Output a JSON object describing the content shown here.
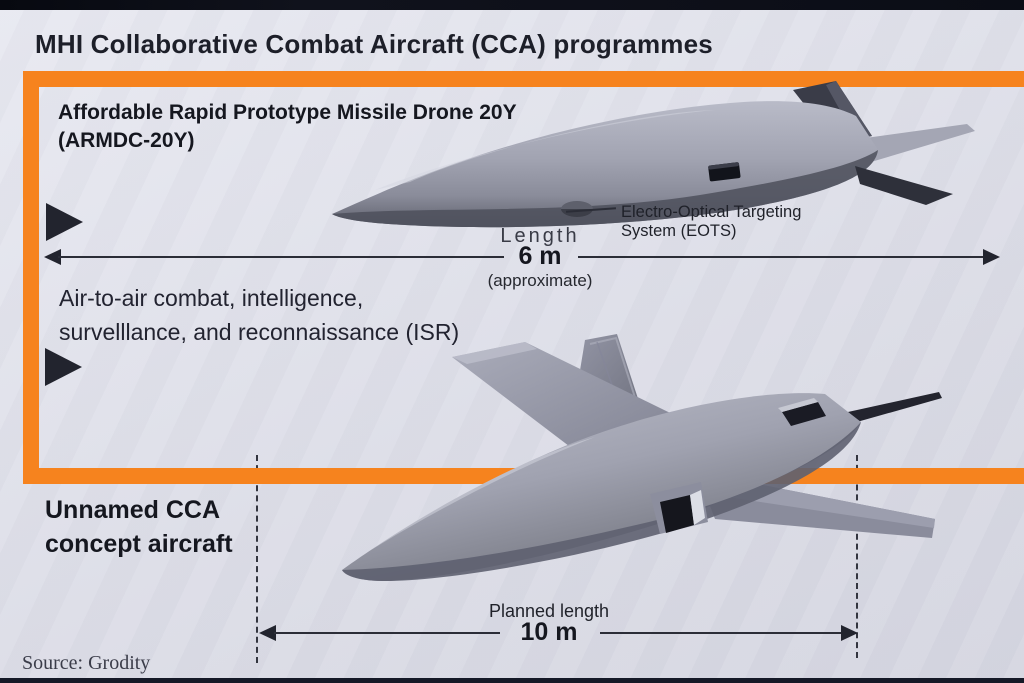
{
  "page": {
    "title": "MHI Collaborative Combat Aircraft (CCA) programmes",
    "source": "Source: Grodity"
  },
  "colors": {
    "accent_orange": "#f6831e",
    "background": "#dfe0ea",
    "text_dark": "#1d1f29",
    "line_dark": "#2b2d37"
  },
  "icons": {
    "section_marker": "right-triangle"
  },
  "top_panel": {
    "name_line1": "Affordable Rapid Prototype Missile Drone 20Y",
    "name_line2": "(ARMDC-20Y)",
    "eots_line1": "Electro-Optical Targeting",
    "eots_line2": "System (EOTS)",
    "length_label": "Length",
    "length_value": "6 m",
    "length_qualifier": "(approximate)",
    "roles_line1": "Air-to-air combat, intelligence,",
    "roles_line2": "survelllance, and reconnaissance (ISR)"
  },
  "bottom_panel": {
    "name_line1": "Unnamed CCA",
    "name_line2": "concept aircraft",
    "length_label": "Planned length",
    "length_value": "10 m"
  }
}
